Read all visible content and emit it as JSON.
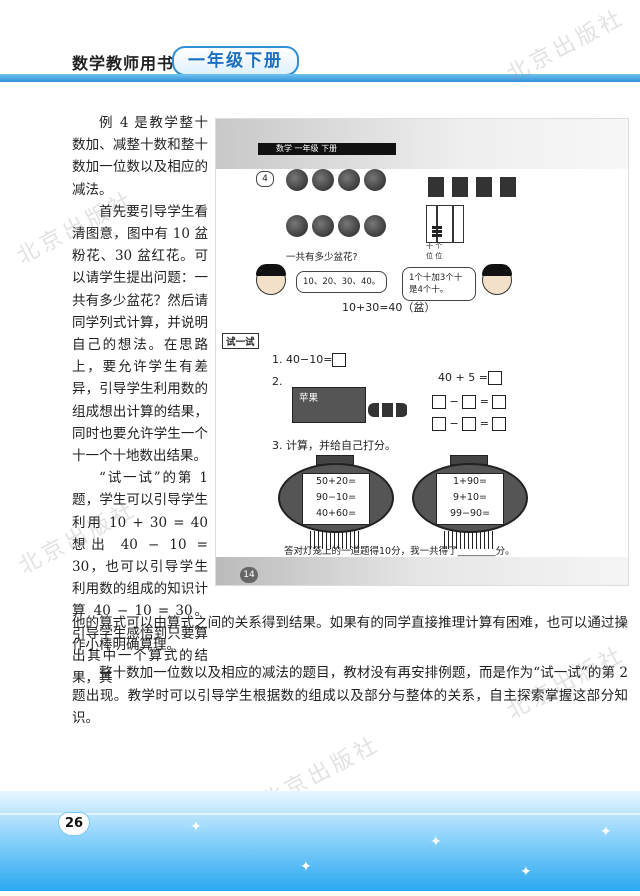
{
  "header": {
    "book_title": "数学教师用书",
    "grade_label": "一年级下册"
  },
  "watermark": "北京出版社",
  "left_column": [
    "例 4 是教学整十数加、减整十数和整十数加一位数以及相应的减法。",
    "首先要引导学生看清图意，图中有 10 盆粉花、30 盆红花。可以请学生提出问题：一共有多少盆花？然后请同学列式计算，并说明自己的想法。在思路上，要允许学生有差异，引导学生利用数的组成想出计算的结果，同时也要允许学生一个十一个十地数出结果。",
    "“试一试”的第 1 题，学生可以引导学生利用 10 + 30 = 40 想出 40 − 10 = 30，也可以引导学生利用数的组成的知识计算 40 − 10 = 30。引导学生感悟到只要算出其中一个算式的结果，其"
  ],
  "full_paragraphs": [
    "他的算式可以由算式之间的关系得到结果。如果有的同学直接推理计算有困难，也可以通过操作小棒明确算理。",
    "整十数加一位数以及相应的减法的题目，教材没有再安排例题，而是作为“试一试”的第 2 题出现。教学时可以引导学生根据数的组成以及部分与整体的关系，自主探索掌握这部分知识。"
  ],
  "textbook": {
    "band": "数学  一年级  下册",
    "example_no": "4",
    "question": "一共有多少盆花?",
    "bubble_left": "10、20、30、40。",
    "bubble_right": "1个十加3个十是4个十。",
    "abacus_labels": "十  个",
    "abacus_sub": "位  位",
    "equation": "10+30=40（盆）",
    "try_label": "试一试",
    "item1": "1.  40−10=",
    "item2": "2.",
    "crate_label": "苹果",
    "item2_eq": "40  +  5  =",
    "item3": "3.  计算，并给自己打分。",
    "lantern_left": [
      "50+20=",
      "90−10=",
      "40+60="
    ],
    "lantern_right": [
      "1+90=",
      "9+10=",
      "99−90="
    ],
    "score_line": "答对灯笼上的一道题得10分，我一共得了________分。",
    "page_no": "14"
  },
  "footer": {
    "page_number": "26"
  }
}
